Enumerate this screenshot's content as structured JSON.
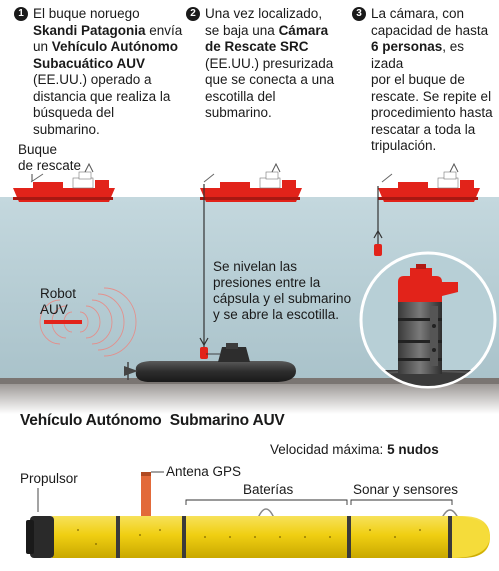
{
  "steps": [
    {
      "num": "1",
      "lines": [
        [
          {
            "t": "El buque noruego",
            "b": false
          }
        ],
        [
          {
            "t": "Skandi Patagonia",
            "b": true
          },
          {
            "t": " envía",
            "b": false
          }
        ],
        [
          {
            "t": "un ",
            "b": false
          },
          {
            "t": "Vehículo Autónomo",
            "b": true
          }
        ],
        [
          {
            "t": "Subacuático AUV",
            "b": true
          }
        ],
        [
          {
            "t": "(EE.UU.) operado a",
            "b": false
          }
        ],
        [
          {
            "t": "distancia que realiza la",
            "b": false
          }
        ],
        [
          {
            "t": "búsqueda del",
            "b": false
          }
        ],
        [
          {
            "t": "submarino.",
            "b": false
          }
        ]
      ]
    },
    {
      "num": "2",
      "lines": [
        [
          {
            "t": "Una vez localizado,",
            "b": false
          }
        ],
        [
          {
            "t": "se baja una ",
            "b": false
          },
          {
            "t": "Cámara",
            "b": true
          }
        ],
        [
          {
            "t": "de Rescate SRC",
            "b": true
          }
        ],
        [
          {
            "t": "(EE.UU.) presurizada",
            "b": false
          }
        ],
        [
          {
            "t": "que se conecta a una",
            "b": false
          }
        ],
        [
          {
            "t": "escotilla del",
            "b": false
          }
        ],
        [
          {
            "t": "submarino.",
            "b": false
          }
        ]
      ]
    },
    {
      "num": "3",
      "lines": [
        [
          {
            "t": "La cámara, con",
            "b": false
          }
        ],
        [
          {
            "t": "capacidad de hasta",
            "b": false
          }
        ],
        [
          {
            "t": "6 personas",
            "b": true
          },
          {
            "t": ", es izada",
            "b": false
          }
        ],
        [
          {
            "t": "por el buque de",
            "b": false
          }
        ],
        [
          {
            "t": "rescate. Se repite el",
            "b": false
          }
        ],
        [
          {
            "t": "procedimiento hasta",
            "b": false
          }
        ],
        [
          {
            "t": "rescatar a toda la",
            "b": false
          }
        ],
        [
          {
            "t": "tripulación.",
            "b": false
          }
        ]
      ]
    }
  ],
  "labels": {
    "ship_line1": "Buque",
    "ship_line2": "de rescate",
    "robot_line1": "Robot",
    "robot_line2": "AUV",
    "pressure": [
      "Se nivelan las",
      "presiones entre la",
      "cápsula y el submarino",
      "y se abre la escotilla."
    ]
  },
  "spec": {
    "title": "Vehículo Autónomo  Submarino AUV",
    "speed_label": "Velocidad máxima: ",
    "speed_value": "5 nudos",
    "parts": {
      "propulsor": "Propulsor",
      "gps": "Antena GPS",
      "baterias": "Baterías",
      "sonar": "Sonar y sensores"
    }
  },
  "colors": {
    "water": "#b7cfd6",
    "seabed": "#7a7572",
    "ship_red": "#e2231a",
    "auv_yellow": "#f2d21b",
    "sub_dark": "#333333"
  }
}
